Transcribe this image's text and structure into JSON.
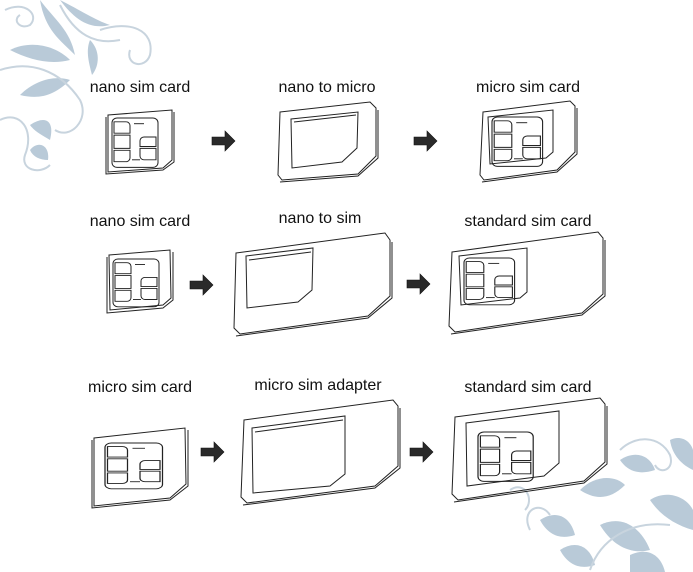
{
  "colors": {
    "line": "#222222",
    "arrow": "#2a2a2a",
    "ornament": "#b9cad8",
    "background": "#ffffff"
  },
  "rows": [
    {
      "items": [
        {
          "label": "nano sim card",
          "type": "nano-sim-card"
        },
        {
          "label": "nano to micro",
          "type": "nano-to-micro-adapter"
        },
        {
          "label": "micro sim card",
          "type": "micro-sim-card"
        }
      ]
    },
    {
      "items": [
        {
          "label": "nano sim card",
          "type": "nano-sim-card"
        },
        {
          "label": "nano to sim",
          "type": "nano-to-sim-adapter"
        },
        {
          "label": "standard sim card",
          "type": "standard-sim-card"
        }
      ]
    },
    {
      "items": [
        {
          "label": "micro sim card",
          "type": "micro-sim-card"
        },
        {
          "label": "micro sim adapter",
          "type": "micro-sim-adapter"
        },
        {
          "label": "standard sim card",
          "type": "standard-sim-card"
        }
      ]
    }
  ],
  "arrows": [
    "arrow-right-icon",
    "arrow-right-icon",
    "arrow-right-icon",
    "arrow-right-icon",
    "arrow-right-icon",
    "arrow-right-icon"
  ]
}
